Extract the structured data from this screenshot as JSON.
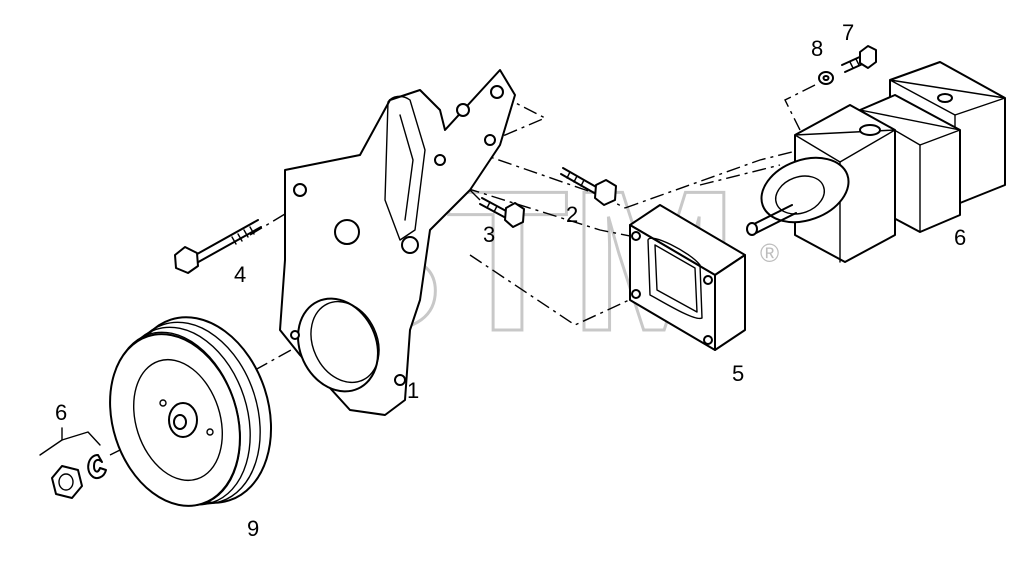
{
  "watermark": {
    "text": "BTM",
    "registered_mark": "®"
  },
  "callouts": [
    {
      "id": "bracket",
      "label": "1"
    },
    {
      "id": "bolt-long",
      "label": "2"
    },
    {
      "id": "bolt-short",
      "label": "3"
    },
    {
      "id": "bolt-pulley-side",
      "label": "4"
    },
    {
      "id": "adapter-plate",
      "label": "5"
    },
    {
      "id": "pump",
      "label": "6"
    },
    {
      "id": "nut-washer-group",
      "label": "6"
    },
    {
      "id": "pump-bolt",
      "label": "7"
    },
    {
      "id": "pump-washer",
      "label": "8"
    },
    {
      "id": "pulley",
      "label": "9"
    }
  ]
}
